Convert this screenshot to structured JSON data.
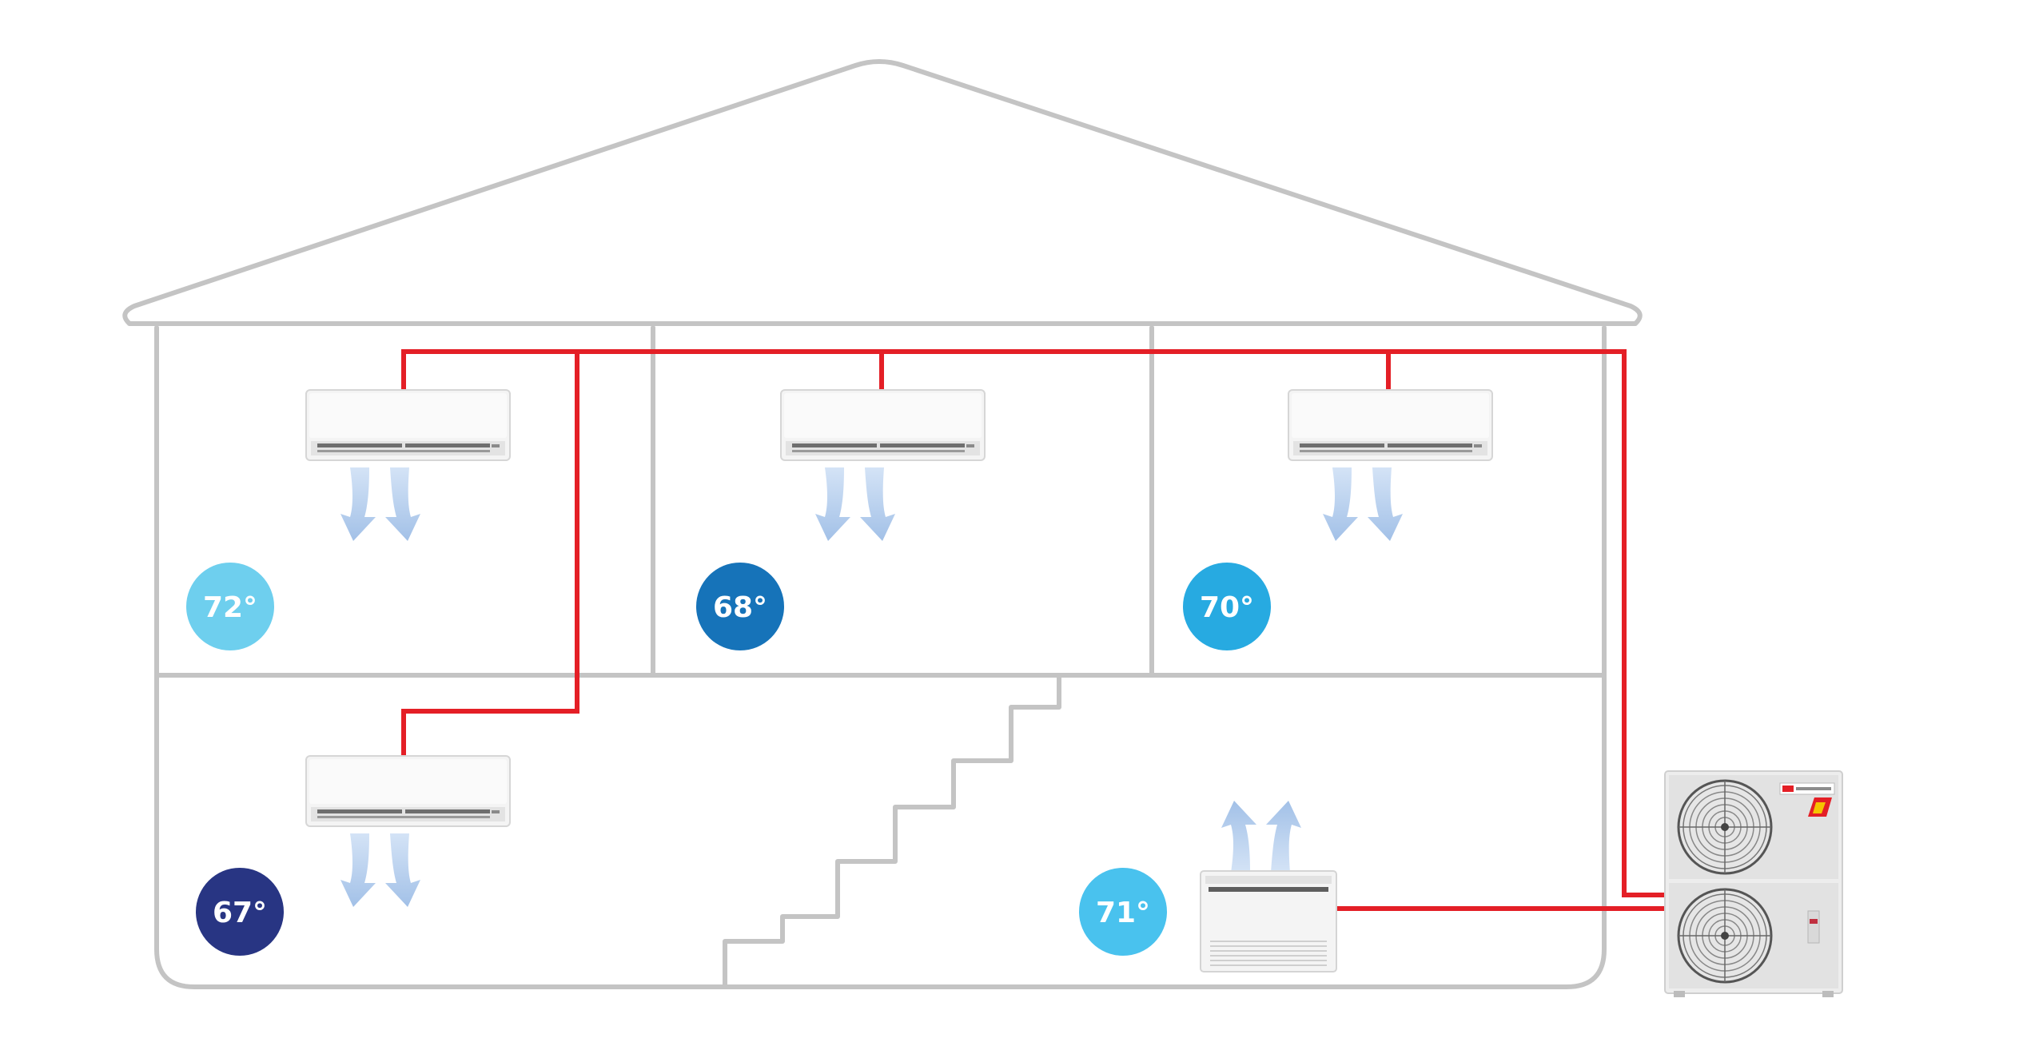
{
  "zones": [
    {
      "id": "upper-left",
      "temperature": "72°",
      "color": "#6ecfee",
      "unit_type": "wall-mounted"
    },
    {
      "id": "upper-middle",
      "temperature": "68°",
      "color": "#1673b9",
      "unit_type": "wall-mounted"
    },
    {
      "id": "upper-right",
      "temperature": "70°",
      "color": "#27aae1",
      "unit_type": "wall-mounted"
    },
    {
      "id": "lower-left",
      "temperature": "67°",
      "color": "#283583",
      "unit_type": "wall-mounted"
    },
    {
      "id": "lower-right",
      "temperature": "71°",
      "color": "#49c2ee",
      "unit_type": "floor-mounted"
    }
  ],
  "colors": {
    "house_outline": "#c4c4c4",
    "refrigerant_line": "#e41f26",
    "airflow_arrow": "#a9c6ea",
    "indoor_unit": "#f3f3f3",
    "outdoor_unit": "#ededed",
    "outdoor_logo": "#e41f26"
  },
  "icons": {
    "wall_unit": "wall-mounted-indoor-unit-icon",
    "floor_unit": "floor-mounted-indoor-unit-icon",
    "outdoor_unit": "outdoor-condenser-icon",
    "airflow": "airflow-arrow-icon"
  }
}
